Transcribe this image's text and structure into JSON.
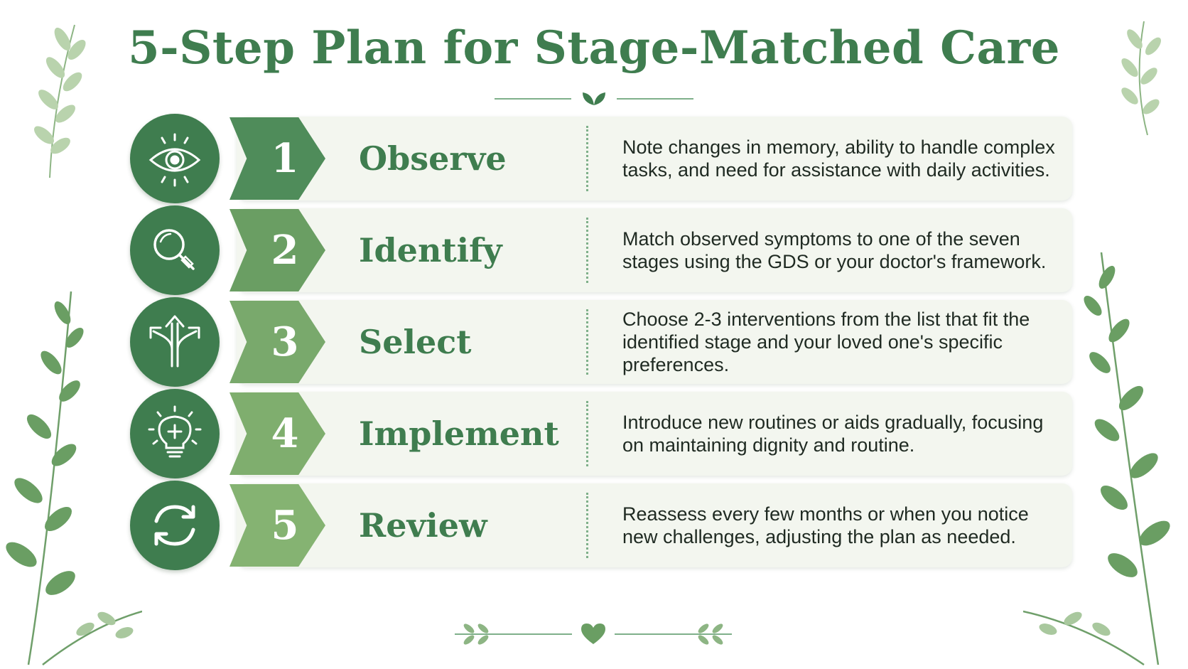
{
  "title": "5-Step Plan for Stage-Matched Care",
  "colors": {
    "primary": "#3f7d4f",
    "chevron_shades": [
      "#4f8c5a",
      "#6a9e63",
      "#79a96c",
      "#7fae6e",
      "#85b372"
    ],
    "card": "#f3f6ef",
    "leaf": "#8db584"
  },
  "steps": [
    {
      "number": "1",
      "title": "Observe",
      "icon": "eye-icon",
      "description": "Note changes in memory, ability to handle complex tasks, and need for assistance with daily activities."
    },
    {
      "number": "2",
      "title": "Identify",
      "icon": "magnifier-icon",
      "description": "Match observed symptoms to one of the seven stages using the GDS or your doctor's framework."
    },
    {
      "number": "3",
      "title": "Select",
      "icon": "branching-arrows-icon",
      "description": "Choose 2-3 interventions from the list that fit the identified stage and your loved one's specific preferences."
    },
    {
      "number": "4",
      "title": "Implement",
      "icon": "lightbulb-icon",
      "description": "Introduce new routines or aids gradually, focusing on maintaining dignity and routine."
    },
    {
      "number": "5",
      "title": "Review",
      "icon": "refresh-cycle-icon",
      "description": "Reassess every few months or when you notice new challenges, adjusting the plan as needed."
    }
  ]
}
